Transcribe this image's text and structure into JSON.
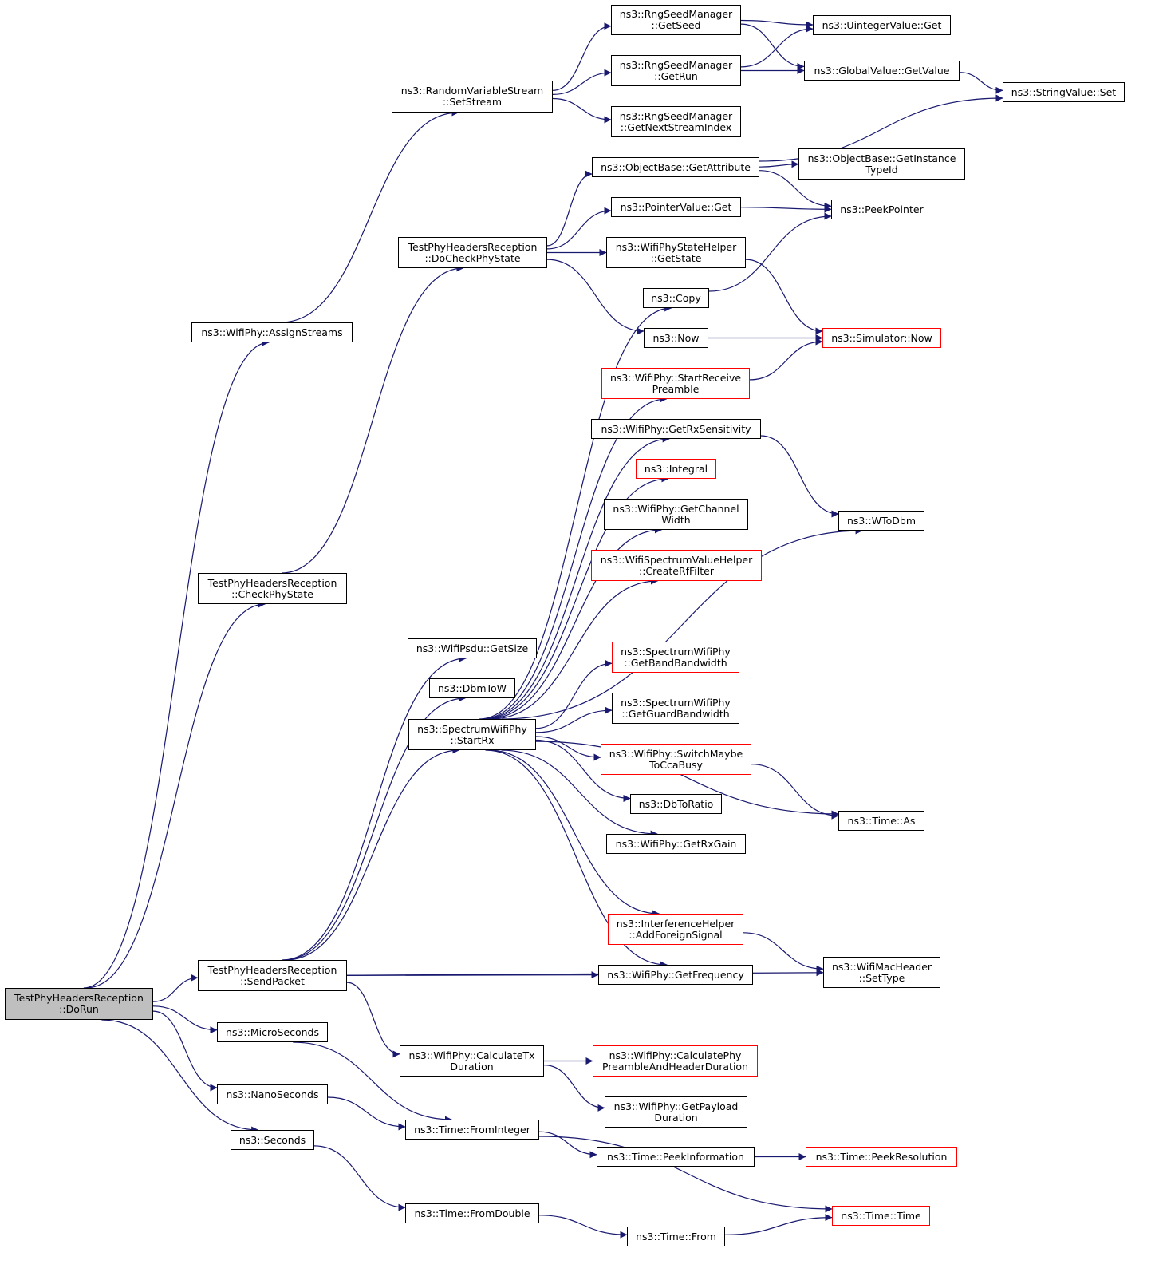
{
  "colors": {
    "edge": "#191970",
    "border_default": "#000000",
    "border_external": "#ff0000",
    "root_fill": "#bfbfbf"
  },
  "nodes": {
    "dorun": {
      "lines": [
        "TestPhyHeadersReception",
        "::DoRun"
      ],
      "style": "root"
    },
    "assignStreams": {
      "lines": [
        "ns3::WifiPhy::AssignStreams"
      ],
      "style": "normal"
    },
    "checkPhyState": {
      "lines": [
        "TestPhyHeadersReception",
        "::CheckPhyState"
      ],
      "style": "normal"
    },
    "sendPacket": {
      "lines": [
        "TestPhyHeadersReception",
        "::SendPacket"
      ],
      "style": "normal"
    },
    "microSeconds": {
      "lines": [
        "ns3::MicroSeconds"
      ],
      "style": "normal"
    },
    "nanoSeconds": {
      "lines": [
        "ns3::NanoSeconds"
      ],
      "style": "normal"
    },
    "seconds": {
      "lines": [
        "ns3::Seconds"
      ],
      "style": "normal"
    },
    "setStream": {
      "lines": [
        "ns3::RandomVariableStream",
        "::SetStream"
      ],
      "style": "normal"
    },
    "doCheckPhyState": {
      "lines": [
        "TestPhyHeadersReception",
        "::DoCheckPhyState"
      ],
      "style": "normal"
    },
    "psduGetSize": {
      "lines": [
        "ns3::WifiPsdu::GetSize"
      ],
      "style": "normal"
    },
    "dbmToW": {
      "lines": [
        "ns3::DbmToW"
      ],
      "style": "normal"
    },
    "startRx": {
      "lines": [
        "ns3::SpectrumWifiPhy",
        "::StartRx"
      ],
      "style": "normal"
    },
    "calcTxDuration": {
      "lines": [
        "ns3::WifiPhy::CalculateTx",
        "Duration"
      ],
      "style": "normal"
    },
    "fromInteger": {
      "lines": [
        "ns3::Time::FromInteger"
      ],
      "style": "normal"
    },
    "fromDouble": {
      "lines": [
        "ns3::Time::FromDouble"
      ],
      "style": "normal"
    },
    "getSeed": {
      "lines": [
        "ns3::RngSeedManager",
        "::GetSeed"
      ],
      "style": "normal"
    },
    "getRun": {
      "lines": [
        "ns3::RngSeedManager",
        "::GetRun"
      ],
      "style": "normal"
    },
    "getNextStreamIndex": {
      "lines": [
        "ns3::RngSeedManager",
        "::GetNextStreamIndex"
      ],
      "style": "normal"
    },
    "getAttribute": {
      "lines": [
        "ns3::ObjectBase::GetAttribute"
      ],
      "style": "normal"
    },
    "pointerValueGet": {
      "lines": [
        "ns3::PointerValue::Get"
      ],
      "style": "normal"
    },
    "getState": {
      "lines": [
        "ns3::WifiPhyStateHelper",
        "::GetState"
      ],
      "style": "normal"
    },
    "copy": {
      "lines": [
        "ns3::Copy"
      ],
      "style": "normal"
    },
    "now": {
      "lines": [
        "ns3::Now"
      ],
      "style": "normal"
    },
    "startReceivePreamble": {
      "lines": [
        "ns3::WifiPhy::StartReceive",
        "Preamble"
      ],
      "style": "external"
    },
    "getRxSensitivity": {
      "lines": [
        "ns3::WifiPhy::GetRxSensitivity"
      ],
      "style": "normal"
    },
    "integral": {
      "lines": [
        "ns3::Integral"
      ],
      "style": "external"
    },
    "getChannelWidth": {
      "lines": [
        "ns3::WifiPhy::GetChannel",
        "Width"
      ],
      "style": "normal"
    },
    "createRfFilter": {
      "lines": [
        "ns3::WifiSpectrumValueHelper",
        "::CreateRfFilter"
      ],
      "style": "external"
    },
    "getBandBandwidth": {
      "lines": [
        "ns3::SpectrumWifiPhy",
        "::GetBandBandwidth"
      ],
      "style": "external"
    },
    "getGuardBandwidth": {
      "lines": [
        "ns3::SpectrumWifiPhy",
        "::GetGuardBandwidth"
      ],
      "style": "normal"
    },
    "switchMaybe": {
      "lines": [
        "ns3::WifiPhy::SwitchMaybe",
        "ToCcaBusy"
      ],
      "style": "external"
    },
    "dbToRatio": {
      "lines": [
        "ns3::DbToRatio"
      ],
      "style": "normal"
    },
    "getRxGain": {
      "lines": [
        "ns3::WifiPhy::GetRxGain"
      ],
      "style": "normal"
    },
    "addForeignSignal": {
      "lines": [
        "ns3::InterferenceHelper",
        "::AddForeignSignal"
      ],
      "style": "external"
    },
    "getFrequency": {
      "lines": [
        "ns3::WifiPhy::GetFrequency"
      ],
      "style": "normal"
    },
    "calcPreamble": {
      "lines": [
        "ns3::WifiPhy::CalculatePhy",
        "PreambleAndHeaderDuration"
      ],
      "style": "external"
    },
    "getPayloadDuration": {
      "lines": [
        "ns3::WifiPhy::GetPayload",
        "Duration"
      ],
      "style": "normal"
    },
    "peekInformation": {
      "lines": [
        "ns3::Time::PeekInformation"
      ],
      "style": "normal"
    },
    "timeFrom": {
      "lines": [
        "ns3::Time::From"
      ],
      "style": "normal"
    },
    "uintegerGet": {
      "lines": [
        "ns3::UintegerValue::Get"
      ],
      "style": "normal"
    },
    "globalGetValue": {
      "lines": [
        "ns3::GlobalValue::GetValue"
      ],
      "style": "normal"
    },
    "stringSet": {
      "lines": [
        "ns3::StringValue::Set"
      ],
      "style": "normal"
    },
    "getInstanceTypeId": {
      "lines": [
        "ns3::ObjectBase::GetInstance",
        "TypeId"
      ],
      "style": "normal"
    },
    "peekPointer": {
      "lines": [
        "ns3::PeekPointer"
      ],
      "style": "normal"
    },
    "simulatorNow": {
      "lines": [
        "ns3::Simulator::Now"
      ],
      "style": "external"
    },
    "wToDbm": {
      "lines": [
        "ns3::WToDbm"
      ],
      "style": "normal"
    },
    "timeAs": {
      "lines": [
        "ns3::Time::As"
      ],
      "style": "normal"
    },
    "setType": {
      "lines": [
        "ns3::WifiMacHeader",
        "::SetType"
      ],
      "style": "normal"
    },
    "peekResolution": {
      "lines": [
        "ns3::Time::PeekResolution"
      ],
      "style": "external"
    },
    "timeTime": {
      "lines": [
        "ns3::Time::Time"
      ],
      "style": "external"
    }
  },
  "edges": [
    [
      "dorun",
      "assignStreams"
    ],
    [
      "dorun",
      "checkPhyState"
    ],
    [
      "dorun",
      "sendPacket"
    ],
    [
      "dorun",
      "microSeconds"
    ],
    [
      "dorun",
      "nanoSeconds"
    ],
    [
      "dorun",
      "seconds"
    ],
    [
      "assignStreams",
      "setStream"
    ],
    [
      "setStream",
      "getSeed"
    ],
    [
      "setStream",
      "getRun"
    ],
    [
      "setStream",
      "getNextStreamIndex"
    ],
    [
      "getSeed",
      "uintegerGet"
    ],
    [
      "getSeed",
      "globalGetValue"
    ],
    [
      "getRun",
      "uintegerGet"
    ],
    [
      "getRun",
      "globalGetValue"
    ],
    [
      "globalGetValue",
      "stringSet"
    ],
    [
      "checkPhyState",
      "doCheckPhyState"
    ],
    [
      "doCheckPhyState",
      "getAttribute"
    ],
    [
      "doCheckPhyState",
      "pointerValueGet"
    ],
    [
      "doCheckPhyState",
      "getState"
    ],
    [
      "doCheckPhyState",
      "now"
    ],
    [
      "getAttribute",
      "stringSet"
    ],
    [
      "getAttribute",
      "getInstanceTypeId"
    ],
    [
      "getAttribute",
      "peekPointer"
    ],
    [
      "pointerValueGet",
      "peekPointer"
    ],
    [
      "getState",
      "simulatorNow"
    ],
    [
      "copy",
      "peekPointer"
    ],
    [
      "now",
      "simulatorNow"
    ],
    [
      "startReceivePreamble",
      "simulatorNow"
    ],
    [
      "getRxSensitivity",
      "wToDbm"
    ],
    [
      "sendPacket",
      "psduGetSize"
    ],
    [
      "sendPacket",
      "dbmToW"
    ],
    [
      "sendPacket",
      "startRx"
    ],
    [
      "sendPacket",
      "getFrequency"
    ],
    [
      "sendPacket",
      "setType"
    ],
    [
      "sendPacket",
      "calcTxDuration"
    ],
    [
      "startRx",
      "copy"
    ],
    [
      "startRx",
      "startReceivePreamble"
    ],
    [
      "startRx",
      "getRxSensitivity"
    ],
    [
      "startRx",
      "integral"
    ],
    [
      "startRx",
      "getChannelWidth"
    ],
    [
      "startRx",
      "createRfFilter"
    ],
    [
      "startRx",
      "wToDbm"
    ],
    [
      "startRx",
      "getBandBandwidth"
    ],
    [
      "startRx",
      "getGuardBandwidth"
    ],
    [
      "startRx",
      "switchMaybe"
    ],
    [
      "startRx",
      "dbToRatio"
    ],
    [
      "startRx",
      "getRxGain"
    ],
    [
      "startRx",
      "timeAs"
    ],
    [
      "startRx",
      "addForeignSignal"
    ],
    [
      "startRx",
      "getFrequency"
    ],
    [
      "switchMaybe",
      "timeAs"
    ],
    [
      "addForeignSignal",
      "setType"
    ],
    [
      "microSeconds",
      "fromInteger"
    ],
    [
      "nanoSeconds",
      "fromInteger"
    ],
    [
      "seconds",
      "fromDouble"
    ],
    [
      "calcTxDuration",
      "calcPreamble"
    ],
    [
      "calcTxDuration",
      "getPayloadDuration"
    ],
    [
      "fromInteger",
      "peekInformation"
    ],
    [
      "fromInteger",
      "timeTime"
    ],
    [
      "peekInformation",
      "peekResolution"
    ],
    [
      "fromDouble",
      "timeFrom"
    ],
    [
      "timeFrom",
      "timeTime"
    ]
  ]
}
